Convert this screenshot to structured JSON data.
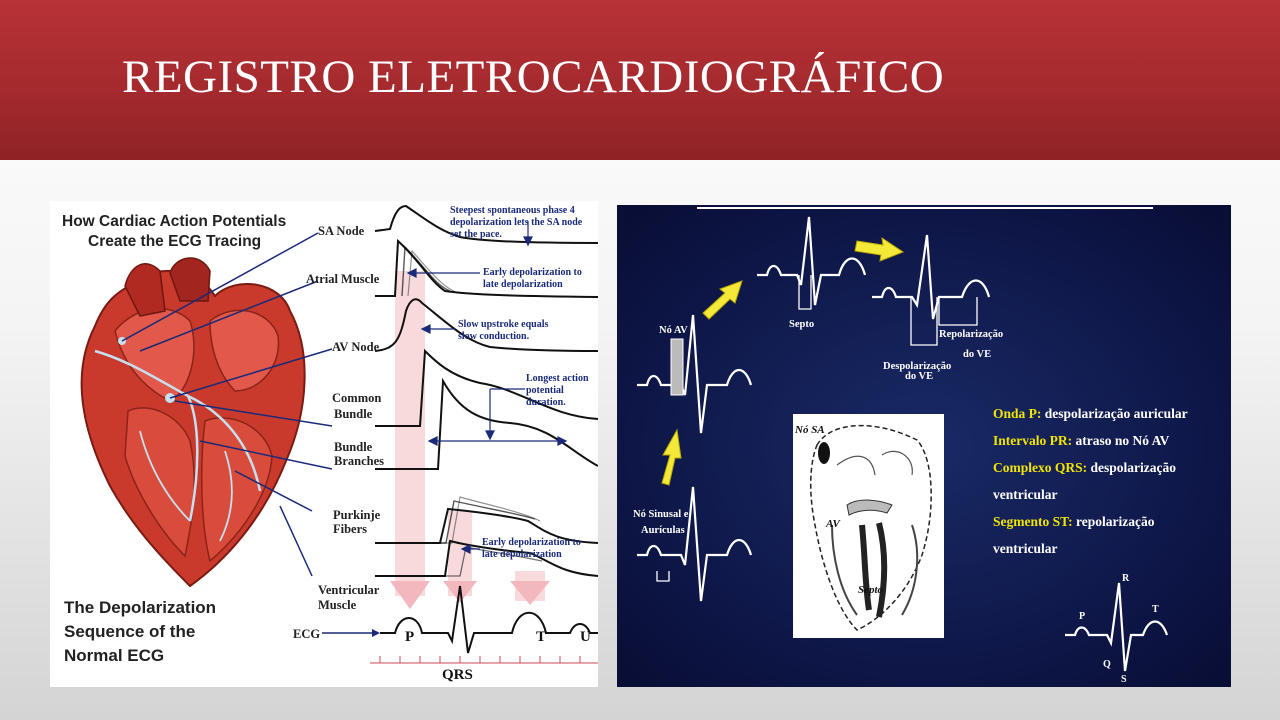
{
  "slide": {
    "title": "REGISTRO ELETROCARDIOGRÁFICO"
  },
  "left_figure": {
    "heading_line1": "How Cardiac Action Potentials",
    "heading_line2": "Create the ECG Tracing",
    "caption_line1": "The Depolarization",
    "caption_line2": "Sequence of the",
    "caption_line3": "Normal ECG",
    "rows": [
      {
        "line1": "SA Node",
        "line2": ""
      },
      {
        "line1": "Atrial Muscle",
        "line2": ""
      },
      {
        "line1": "AV Node",
        "line2": ""
      },
      {
        "line1": "Common",
        "line2": "Bundle"
      },
      {
        "line1": "Bundle",
        "line2": "Branches"
      },
      {
        "line1": "Purkinje",
        "line2": "Fibers"
      },
      {
        "line1": "Ventricular",
        "line2": "Muscle"
      }
    ],
    "ecg_label": "ECG",
    "wave_p": "P",
    "wave_t": "T",
    "wave_u": "U",
    "wave_qrs": "QRS",
    "note_sa_1": "Steepest spontaneous phase 4",
    "note_sa_2": "depolarization lets the SA node",
    "note_sa_3": "set the pace.",
    "note_atrial_1": "Early depolarization to",
    "note_atrial_2": "late depolarization",
    "note_av_1": "Slow upstroke equals",
    "note_av_2": "slow conduction.",
    "note_dur_1": "Longest action",
    "note_dur_2": "potential",
    "note_dur_3": "duration.",
    "note_purk_1": "Early depolarization to",
    "note_purk_2": "late depolarization"
  },
  "right_figure": {
    "label_no_av": "Nó AV",
    "label_septo_top": "Septo",
    "label_repol_1": "Repolarização",
    "label_repol_2": "do VE",
    "label_despol_1": "Despolarização",
    "label_despol_2": "do VE",
    "label_no_sinusal_1": "Nó Sinusal e",
    "label_no_sinusal_2": "Aurículas",
    "heart_no_sa": "Nó SA",
    "heart_av": "AV",
    "heart_septo": "Septo",
    "legend": [
      {
        "key": "Onda P:",
        "text": "despolarização auricular"
      },
      {
        "key": "Intervalo PR:",
        "text": "atraso no Nó AV"
      },
      {
        "key": "Complexo QRS:",
        "text": "despolarização"
      },
      {
        "key": "",
        "text": "ventricular"
      },
      {
        "key": "Segmento ST:",
        "text": "repolarização"
      },
      {
        "key": "",
        "text": "ventricular"
      }
    ],
    "wave_labels": {
      "p": "P",
      "q": "Q",
      "r": "R",
      "s": "S",
      "t": "T"
    }
  },
  "colors": {
    "header": "#a42a2e",
    "legend_key": "#f2e500",
    "legend_text": "#ffffff",
    "panel_blue": "#0d1545",
    "annotation_blue": "#1a2a7a"
  }
}
